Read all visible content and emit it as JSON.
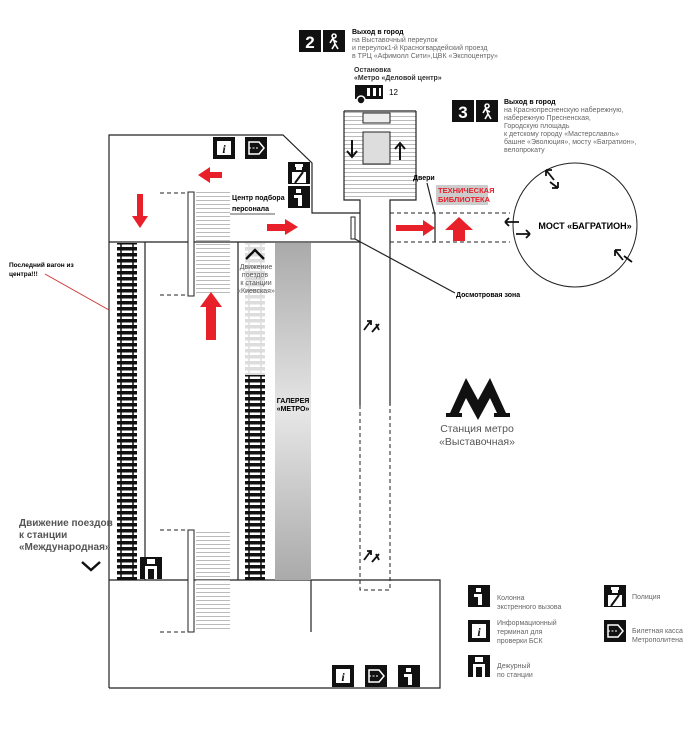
{
  "colors": {
    "arrow": "#e8202a",
    "gallery": "#aaaaaa",
    "icon": "#111111",
    "library_bg": "#cccccc"
  },
  "exit2": {
    "number": "2",
    "icon": "pedestrian-exit-icon",
    "title": "Выход в город",
    "lines": [
      "на Выставочный переулок",
      "и переулок1-й Красногвардейский проезд",
      "в ТРЦ «Афимолл Сити»,ЦВК «Экспоцентру»"
    ]
  },
  "bus_stop": {
    "label": "Остановка",
    "name": "«Метро «Деловой центр»",
    "route": "12",
    "icon": "bus-icon"
  },
  "exit3": {
    "number": "3",
    "icon": "pedestrian-exit-icon",
    "title": "Выход в город",
    "lines": [
      "на Краснопресненскую набережную,",
      "набережную Пресненская,",
      "Городскую площадь",
      "к детскому городу «Мастерславль»",
      "башне «Эволюция», мосту «Багратион»,",
      "велопрокату"
    ]
  },
  "labels": {
    "staff_center": [
      "Центр подбора",
      "персонала"
    ],
    "doors": "Двери",
    "tech_library": [
      "ТЕХНИЧЕСКАЯ",
      "БИБЛИОТЕКА"
    ],
    "bridge": "МОСТ «БАГРАТИОН»",
    "inspection_zone": "Досмотровая зона",
    "last_car": [
      "Последний вагон из",
      "центра!!!"
    ],
    "to_kievskaya": [
      "Движение",
      "поездов",
      "к станции",
      "«Киевская»"
    ],
    "gallery": [
      "ГАЛЕРЕЯ",
      "«МЕТРО»"
    ],
    "to_mezhdunarodnaya": [
      "Движение поездов",
      "к станции",
      "«Международная»"
    ],
    "station": [
      "Станция метро",
      "«Выставочная»"
    ]
  },
  "legend": [
    {
      "icon": "emergency-column-icon",
      "lines": [
        "Колонна",
        "экстренного вызова"
      ]
    },
    {
      "icon": "info-terminal-icon",
      "lines": [
        "Информационный",
        "терминал для",
        "проверки БСК"
      ]
    },
    {
      "icon": "station-attendant-icon",
      "lines": [
        "Дежурный",
        "по станции"
      ]
    },
    {
      "icon": "police-icon",
      "lines": [
        "Полиция"
      ]
    },
    {
      "icon": "ticket-office-icon",
      "lines": [
        "Билетная касса",
        "Метрополитена"
      ]
    }
  ]
}
